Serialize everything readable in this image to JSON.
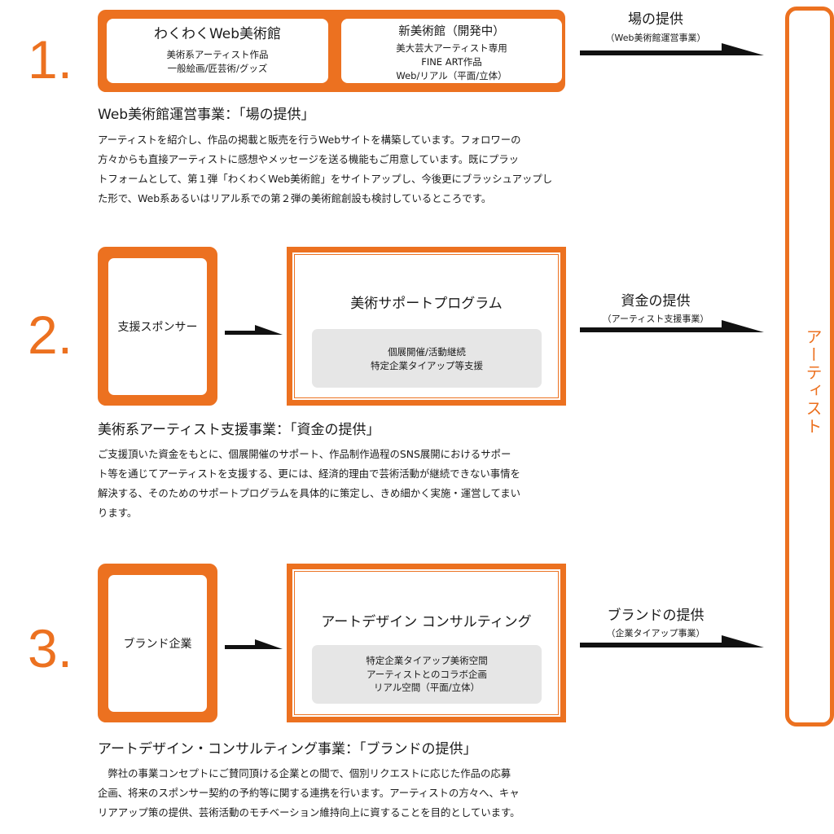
{
  "colors": {
    "accent": "#ec7120",
    "grey_panel": "#e6e6e6",
    "arrow": "#111111"
  },
  "side_label": "アーティスト",
  "section1": {
    "number": "1.",
    "card_a": {
      "title": "わくわくWeb美術館",
      "lines": [
        "美術系アーティスト作品",
        "一般絵画/匠芸術/グッズ"
      ]
    },
    "card_b": {
      "title": "新美術館（開発中）",
      "lines": [
        "美大芸大アーティスト専用",
        "FINE ART作品",
        "Web/リアル（平面/立体）"
      ]
    },
    "flow_title": "場の提供",
    "flow_sub": "（Web美術館運営事業）",
    "heading": "Web美術館運営事業：「場の提供」",
    "paragraph": [
      "アーティストを紹介し、作品の掲載と販売を行うWebサイトを構築しています。フォロワーの",
      "方々からも直接アーティストに感想やメッセージを送る機能もご用意しています。既にプラッ",
      "トフォームとして、第１弾「わくわくWeb美術館」をサイトアップし、今後更にブラッシュアップし",
      "た形で、Web系あるいはリアル系での第２弾の美術館創設も検討しているところです。"
    ]
  },
  "section2": {
    "number": "2.",
    "source": "支援スポンサー",
    "program_title": "美術サポートプログラム",
    "program_lines": [
      "個展開催/活動継続",
      "特定企業タイアップ等支援"
    ],
    "flow_title": "資金の提供",
    "flow_sub": "（アーティスト支援事業）",
    "heading": "美術系アーティスト支援事業：「資金の提供」",
    "paragraph": [
      "ご支援頂いた資金をもとに、個展開催のサポート、作品制作過程のSNS展開におけるサポー",
      "ト等を通じてアーティストを支援する、更には、経済的理由で芸術活動が継続できない事情を",
      "解決する、そのためのサポートプログラムを具体的に策定し、きめ細かく実施・運営してまい",
      "ります。"
    ]
  },
  "section3": {
    "number": "3.",
    "source": "ブランド企業",
    "program_title": "アートデザイン コンサルティング",
    "program_lines": [
      "特定企業タイアップ美術空間",
      "アーティストとのコラボ企画",
      "リアル空間（平面/立体）"
    ],
    "flow_title": "ブランドの提供",
    "flow_sub": "（企業タイアップ事業）",
    "heading": "アートデザイン・コンサルティング事業：「ブランドの提供」",
    "paragraph": [
      "　弊社の事業コンセプトにご賛同頂ける企業との間で、個別リクエストに応じた作品の応募",
      "企画、将来のスポンサー契約の予約等に関する連携を行います。アーティストの方々へ、キャ",
      "リアアップ策の提供、芸術活動のモチベーション維持向上に資することを目的としています。"
    ]
  }
}
